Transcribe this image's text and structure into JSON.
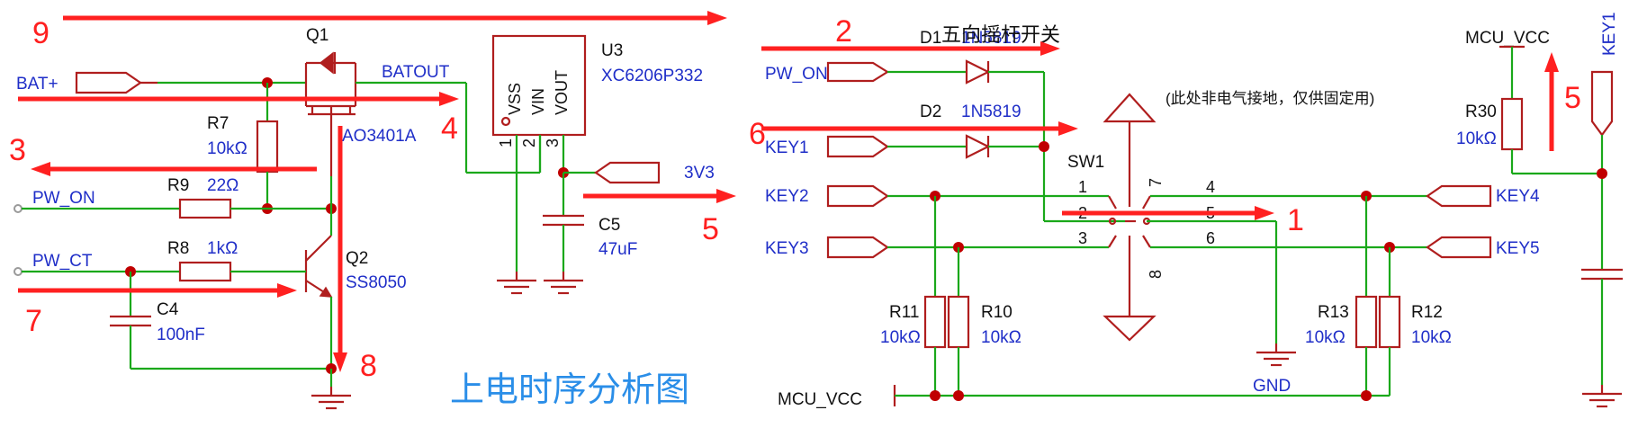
{
  "components": {
    "q1_ref": "Q1",
    "q1_part": "AO3401A",
    "q2_ref": "Q2",
    "q2_part": "SS8050",
    "r7_ref": "R7",
    "r7_val": "10kΩ",
    "r9_ref": "R9",
    "r9_val": "22Ω",
    "r8_ref": "R8",
    "r8_val": "1kΩ",
    "c4_ref": "C4",
    "c4_val": "100nF",
    "u3_ref": "U3",
    "u3_part": "XC6206P332",
    "u3_pins": [
      "VSS",
      "VIN",
      "VOUT"
    ],
    "u3_pin_nums": [
      "1",
      "2",
      "3"
    ],
    "c5_ref": "C5",
    "c5_val": "47uF",
    "d1_ref": "D1",
    "d1_part": "1N5819",
    "d2_ref": "D2",
    "d2_part": "1N5819",
    "sw1_ref": "SW1",
    "sw1_pins": [
      "1",
      "2",
      "3",
      "4",
      "5",
      "6",
      "7",
      "8"
    ],
    "r10_ref": "R10",
    "r10_val": "10kΩ",
    "r11_ref": "R11",
    "r11_val": "10kΩ",
    "r12_ref": "R12",
    "r12_val": "10kΩ",
    "r13_ref": "R13",
    "r13_val": "10kΩ",
    "r30_ref": "R30",
    "r30_val": "10kΩ"
  },
  "nets": {
    "bat_plus": "BAT+",
    "batout": "BATOUT",
    "pw_on_left": "PW_ON",
    "pw_ct": "PW_CT",
    "v3v3": "3V3",
    "pw_on_right": "PW_ON",
    "key1": "KEY1",
    "key2": "KEY2",
    "key3": "KEY3",
    "key4": "KEY4",
    "key5": "KEY5",
    "key1_vertical": "KEY1",
    "mcu_vcc_top": "MCU_VCC",
    "mcu_vcc_bottom": "MCU_VCC",
    "gnd": "GND"
  },
  "annotations": {
    "switch_title": "五向摇杆开关",
    "switch_note": "(此处非电气接地，仅供固定用)",
    "diagram_title": "上电时序分析图",
    "step_numbers": [
      "1",
      "2",
      "3",
      "4",
      "5",
      "5",
      "6",
      "7",
      "8",
      "9"
    ]
  },
  "colors": {
    "wire": "#1aa81a",
    "symbol": "#b01e1e",
    "net_label": "#1f2ec8",
    "annotation_arrow": "#ff2020",
    "title": "#2a8ee8"
  }
}
